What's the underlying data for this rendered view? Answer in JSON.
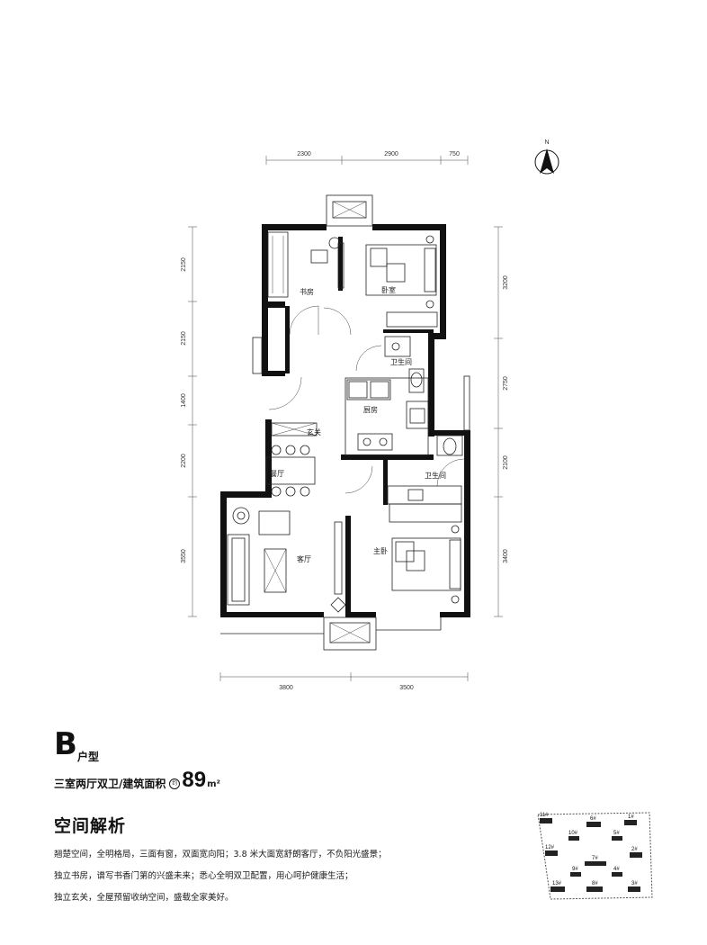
{
  "plan": {
    "dims_top": [
      "2300",
      "2900",
      "750"
    ],
    "dims_bottom": [
      "3800",
      "3500"
    ],
    "dims_left": [
      "2150",
      "2150",
      "1400",
      "2200",
      "3550"
    ],
    "dims_right": [
      "3200",
      "2750",
      "2100",
      "3400"
    ],
    "north": "N",
    "rooms": {
      "study": "书房",
      "bedroom": "卧室",
      "bath1": "卫生间",
      "kitchen": "厨房",
      "foyer": "玄关",
      "dining": "餐厅",
      "bath2": "卫生间",
      "living": "客厅",
      "master": "主卧"
    }
  },
  "unit": {
    "letter": "B",
    "label": "户型",
    "spec": "三室两厅双卫/建筑面积",
    "about": "约",
    "area": "89",
    "area_unit": "m²"
  },
  "section": {
    "title": "空间解析",
    "lines": [
      "翘楚空间，全明格局，三面有窗，双面宽向阳；3.8 米大面宽舒朗客厅，不负阳光盛景；",
      "独立书房，谱写书香门第的兴盛未来；悉心全明双卫配置，用心呵护健康生活；",
      "独立玄关，全屋预留收纳空间，盛载全家美好。"
    ]
  },
  "keyplan": {
    "buildings": [
      "11#",
      "6#",
      "1#",
      "10#",
      "5#",
      "12#",
      "7#",
      "2#",
      "9#",
      "4#",
      "13#",
      "8#",
      "3#"
    ]
  }
}
